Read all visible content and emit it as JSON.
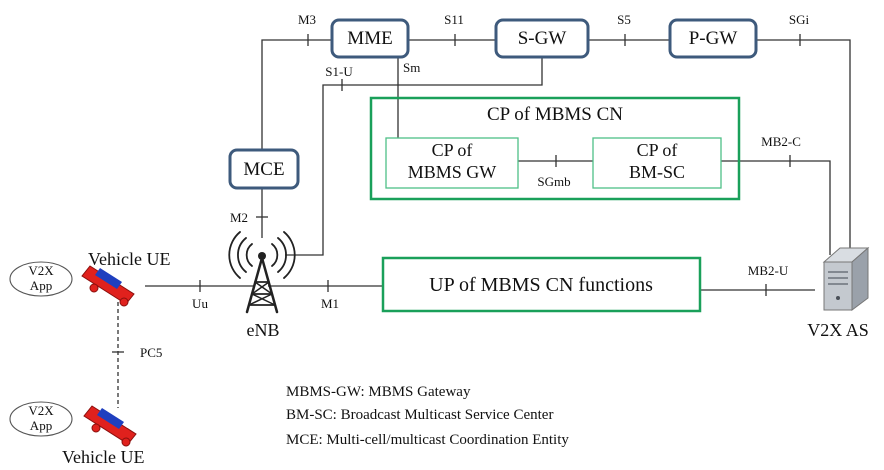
{
  "nodes": {
    "mme": "MME",
    "sgw": "S-GW",
    "pgw": "P-GW",
    "mce": "MCE",
    "enb": "eNB",
    "v2x_as": "V2X AS",
    "cp_mbms_cn": "CP of MBMS CN",
    "cp_mbms_gw": [
      "CP of",
      "MBMS GW"
    ],
    "cp_bmsc": [
      "CP of",
      "BM-SC"
    ],
    "up_mbms_cn": "UP of MBMS CN functions"
  },
  "interfaces": {
    "m3": "M3",
    "s11": "S11",
    "s5": "S5",
    "sgi": "SGi",
    "s1u": "S1-U",
    "sm": "Sm",
    "m2": "M2",
    "mb2c": "MB2-C",
    "sgmb": "SGmb",
    "mb2u": "MB2-U",
    "uu": "Uu",
    "m1": "M1",
    "pc5": "PC5"
  },
  "ue": {
    "top_label": "Vehicle  UE",
    "bottom_label": "Vehicle  UE",
    "app_line1": "V2X",
    "app_line2": "App"
  },
  "legend": [
    "MBMS-GW: MBMS Gateway",
    "BM-SC: Broadcast Multicast Service Center",
    "MCE: Multi-cell/multicast Coordination Entity"
  ],
  "colors": {
    "node_border": "#3e5a7c",
    "cn_border": "#1aa05a",
    "sub_border": "#4fbf87",
    "line": "#333333",
    "car_body": "#e0211d",
    "car_roof": "#1f3fbf"
  }
}
